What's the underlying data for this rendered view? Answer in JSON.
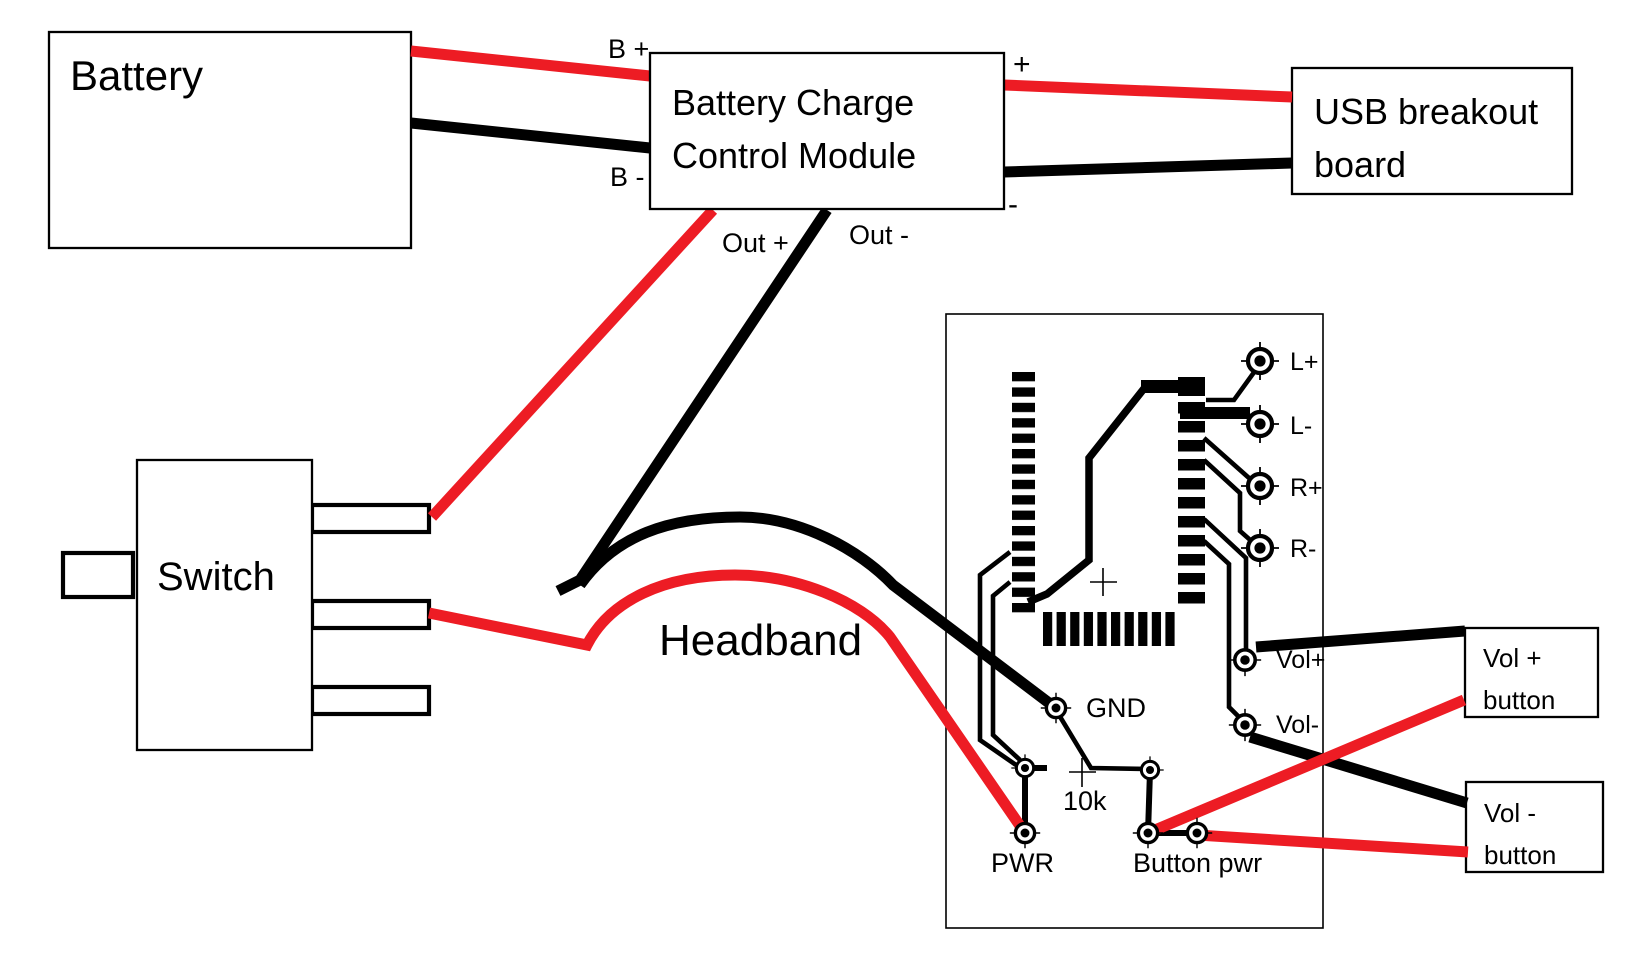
{
  "colors": {
    "wire_red": "#ed1c24",
    "wire_black": "#000000"
  },
  "components": {
    "battery": {
      "label": "Battery"
    },
    "charge_module": {
      "line1": "Battery Charge",
      "line2": "Control Module"
    },
    "usb_breakout": {
      "line1": "USB breakout",
      "line2": "board"
    },
    "switch": {
      "label": "Switch"
    },
    "headband": {
      "label": "Headband"
    },
    "vol_plus_button": {
      "line1": "Vol +",
      "line2": "button"
    },
    "vol_minus_button": {
      "line1": "Vol -",
      "line2": "button"
    }
  },
  "wire_labels": {
    "b_plus": "B +",
    "b_minus": "B -",
    "usb_plus": "+",
    "usb_minus": "-",
    "out_plus": "Out +",
    "out_minus": "Out -"
  },
  "pcb": {
    "pads": {
      "l_plus": "L+",
      "l_minus": "L-",
      "r_plus": "R+",
      "r_minus": "R-",
      "vol_plus": "Vol+",
      "vol_minus": "Vol-",
      "gnd": "GND",
      "pwr": "PWR",
      "button_pwr": "Button pwr"
    },
    "resistor": "10k"
  }
}
